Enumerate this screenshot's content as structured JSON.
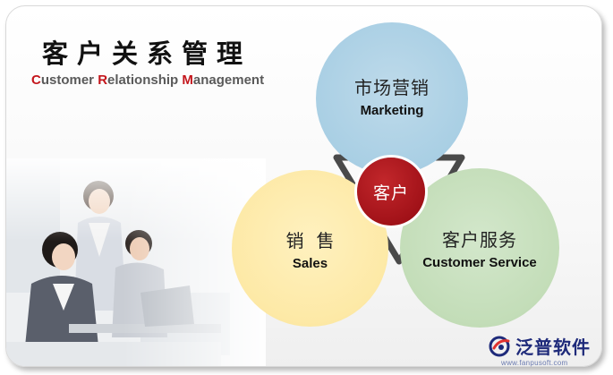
{
  "header": {
    "title_cn": "客户关系管理",
    "title_en_parts": [
      {
        "cap": "C",
        "rest": "ustomer "
      },
      {
        "cap": "R",
        "rest": "elationship "
      },
      {
        "cap": "M",
        "rest": "anagement"
      }
    ]
  },
  "diagram": {
    "center": {
      "label_cn": "客户",
      "color": "#9d0f16"
    },
    "marketing": {
      "label_cn": "市场营销",
      "label_en": "Marketing",
      "color": "#a9cfe4"
    },
    "sales": {
      "label_cn": "销售",
      "label_en": "Sales",
      "color": "#fde9a6"
    },
    "service": {
      "label_cn": "客户服务",
      "label_en": "Customer Service",
      "color": "#c3ddb8"
    },
    "connector_color": "#4a4a4a"
  },
  "brand": {
    "name": "泛普软件",
    "url": "www.fanpusoft.com",
    "icon": "fanpu-logo-icon"
  }
}
